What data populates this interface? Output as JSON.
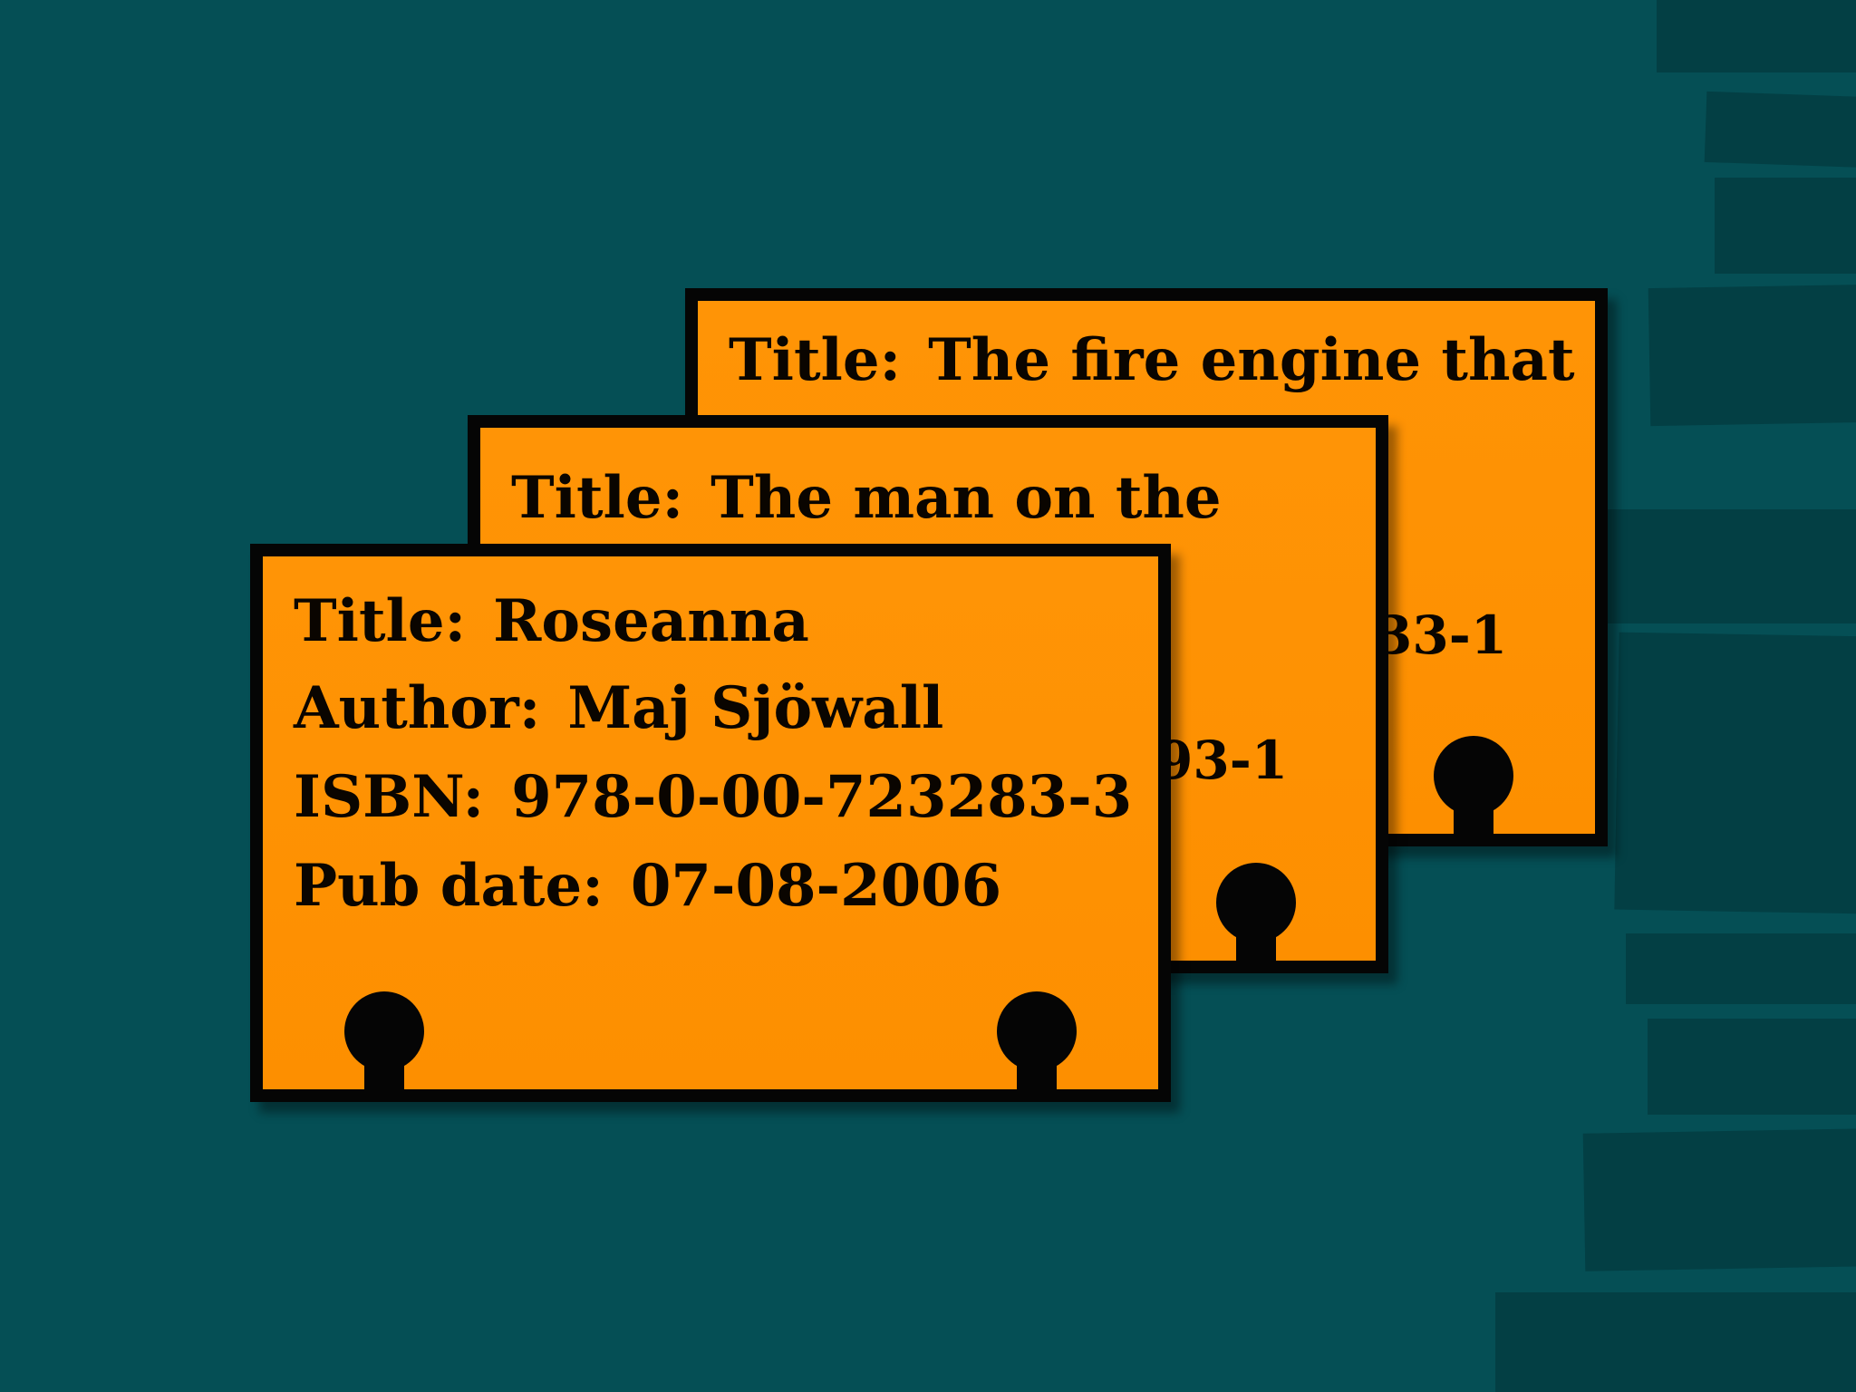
{
  "colors": {
    "background": "#054f55",
    "card": "#ff9406",
    "ink": "#050505"
  },
  "cards": [
    {
      "title_label": "Title:",
      "title": "The fire engine that",
      "partial_text": "33-1"
    },
    {
      "title_label": "Title:",
      "title": "The man on the",
      "partial_text": "93-1"
    },
    {
      "title_label": "Title:",
      "title": "Roseanna",
      "author_label": "Author:",
      "author": "Maj Sjöwall",
      "isbn_label": "ISBN:",
      "isbn": "978-0-00-723283-3",
      "pub_date_label": "Pub date:",
      "pub_date": "07-08-2006"
    }
  ]
}
